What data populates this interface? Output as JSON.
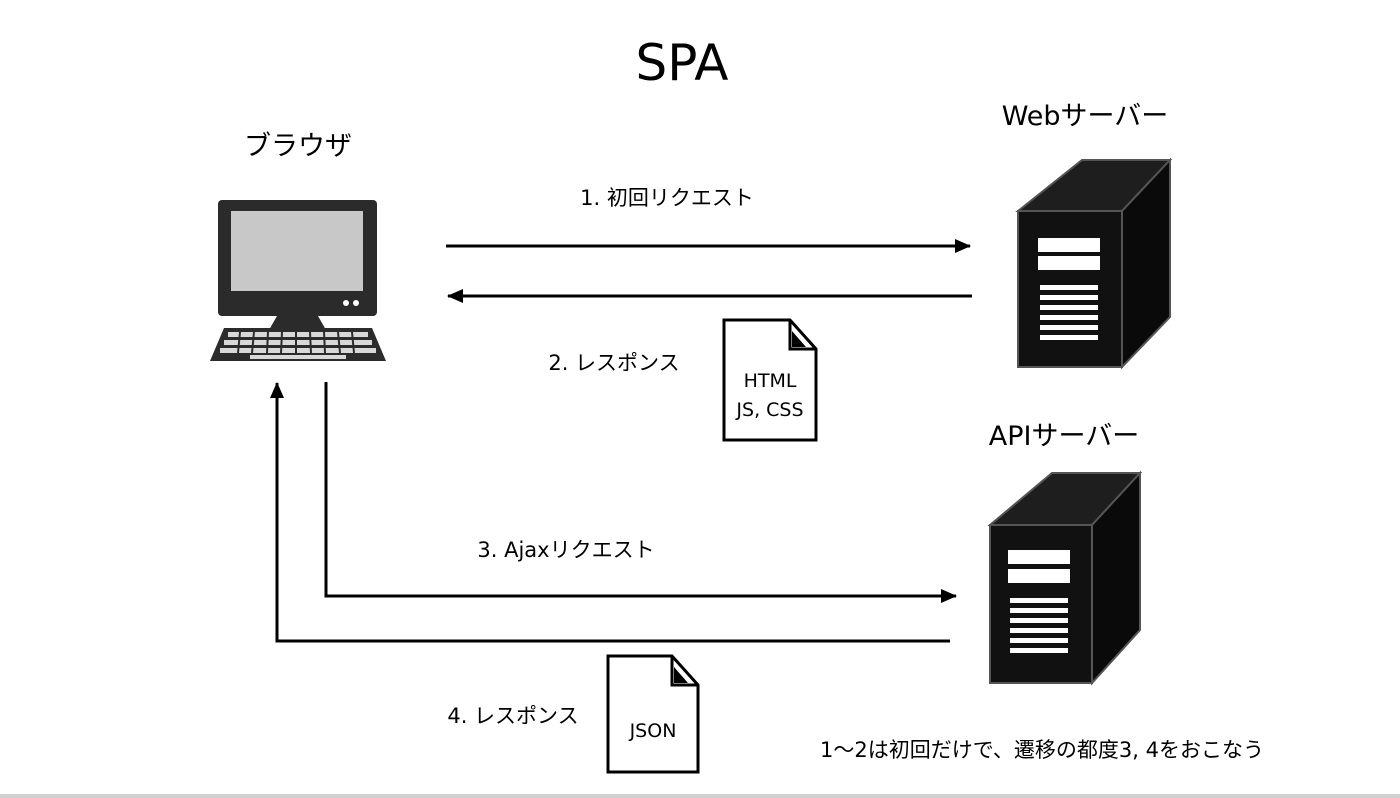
{
  "title": "SPA",
  "nodes": {
    "browser": {
      "label": "ブラウザ"
    },
    "web_server": {
      "label": "Webサーバー"
    },
    "api_server": {
      "label": "APIサーバー"
    }
  },
  "steps": [
    {
      "label": "1. 初回リクエスト"
    },
    {
      "label": "2. レスポンス"
    },
    {
      "label": "3. Ajaxリクエスト"
    },
    {
      "label": "4. レスポンス"
    }
  ],
  "documents": {
    "html_doc": {
      "line1": "HTML",
      "line2": "JS, CSS"
    },
    "json_doc": {
      "line1": "JSON"
    }
  },
  "note": "1〜2は初回だけで、遷移の都度3, 4をおこなう",
  "colors": {
    "arrow": "#000000",
    "server_body": "#111111",
    "monitor_screen": "#c8c8c8"
  }
}
